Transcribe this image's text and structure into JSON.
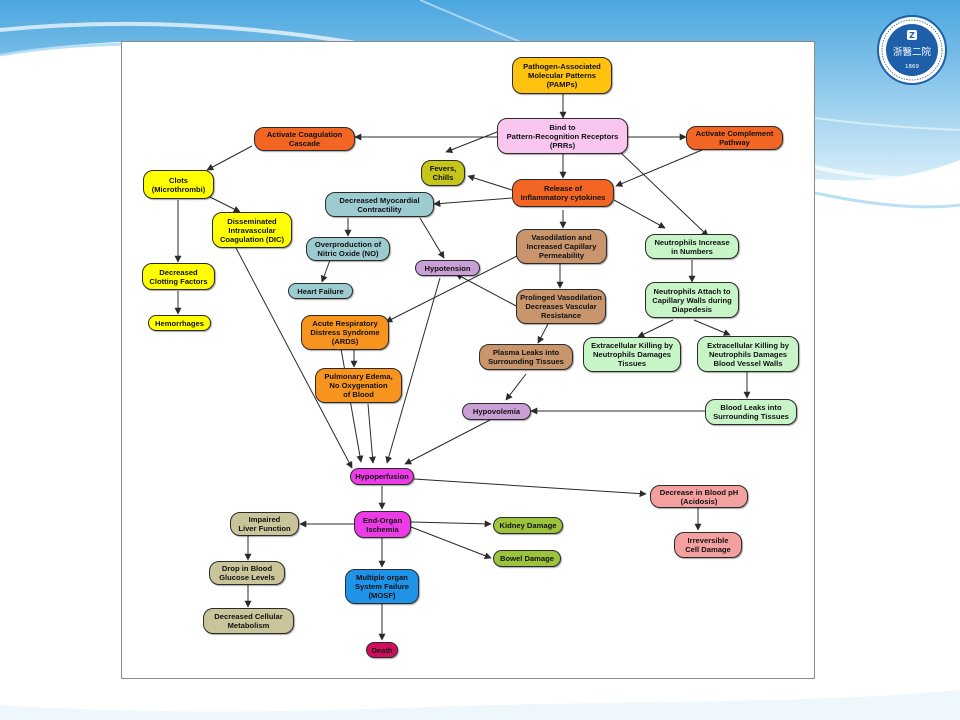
{
  "logo": {
    "text": "浙醫二院",
    "year": "1869",
    "ring_text": "THE SECOND AFFILIATED HOSPITAL ZHEJIANG UNIVERSITY SCHOOL OF MEDICINE"
  },
  "colors": {
    "orange_red": "#f26522",
    "gold": "#ffc20e",
    "pink": "#f9c6f0",
    "olive": "#c5c51a",
    "orange": "#f7941d",
    "yellow": "#ffff00",
    "teal": "#9ccbd0",
    "brown": "#c8956c",
    "lavender": "#c9a0d6",
    "light_green": "#c8f5c8",
    "magenta": "#ee3be8",
    "salmon": "#f4a0a0",
    "khaki": "#c9c499",
    "green": "#9bc43c",
    "blue": "#1f93e8",
    "crimson": "#d10e5e"
  },
  "nodes": {
    "pamps": "Pathogen-Associated\nMolecular Patterns\n(PAMPs)",
    "prrs": "Bind to\nPattern-Recognition Receptors\n(PRRs)",
    "coag": "Activate Coagulation\nCascade",
    "complement": "Activate Complement\nPathway",
    "clots": "Clots\n(Microthrombi)",
    "fevers": "Fevers,\nChills",
    "cytokines": "Release of\nInflammatory cytokines",
    "myocardial": "Decreased Myocardial\nContractility",
    "dic": "Disseminated\nIntravascular\nCoagulation (DIC)",
    "vasodilation": "Vasodilation and\nIncreased Capillary\nPermeability",
    "neut_increase": "Neutrophils Increase\nin Numbers",
    "nitric_oxide": "Overproduction of\nNitric Oxide (NO)",
    "clotting_factors": "Decreased\nClotting Factors",
    "hypotension": "Hypotension",
    "heart_failure": "Heart Failure",
    "prolonged_vaso": "Prolinged Vasodilation\nDecreases Vascular\nResistance",
    "neut_attach": "Neutrophils Attach to\nCapillary Walls during\nDiapedesis",
    "hemorrhages": "Hemorrhages",
    "ards": "Acute Respiratory\nDistress Syndrome\n(ARDS)",
    "extra_tissues": "Extracellular Killing by\nNeutrophils Damages\nTissues",
    "extra_vessels": "Extracellular Killing by\nNeutrophils Damages\nBlood Vessel Walls",
    "plasma_leaks": "Plasma Leaks into\nSurrounding Tissues",
    "pulmonary": "Pulmonary Edema,\nNo Oxygenation\nof Blood",
    "blood_leaks": "Blood Leaks into\nSurrounding Tissues",
    "hypovolemia": "Hypovolemia",
    "hypoperfusion": "Hypoperfusion",
    "acidosis": "Decrease in Blood pH\n(Acidosis)",
    "liver": "Impaired\nLiver Function",
    "ischemia": "End-Organ\nIschemia",
    "kidney": "Kidney Damage",
    "cell_damage": "Irreversible\nCell Damage",
    "glucose": "Drop in Blood\nGlucose Levels",
    "bowel": "Bowel Damage",
    "mosf": "Multiple organ\nSystem Failure\n(MOSF)",
    "metabolism": "Decreased Cellular\nMetabolism",
    "death": "Death"
  }
}
